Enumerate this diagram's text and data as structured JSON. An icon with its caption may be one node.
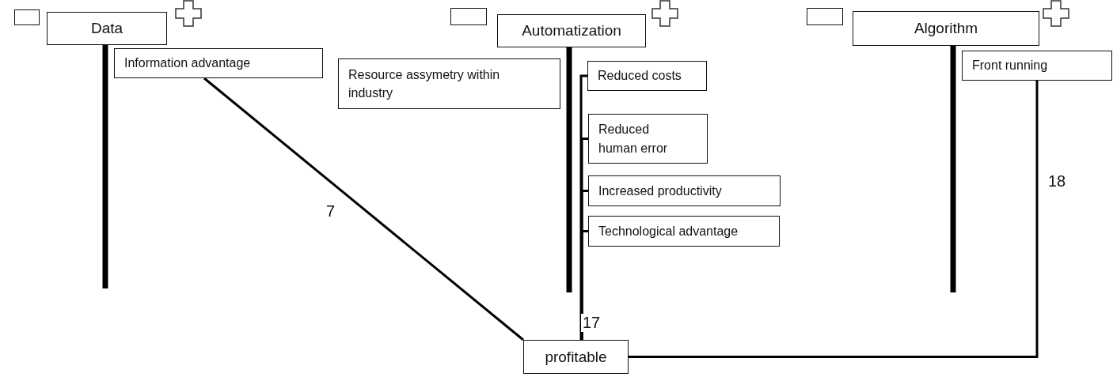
{
  "diagram": {
    "nodes": [
      {
        "text": [],
        "shape": "box"
      },
      {
        "text": [
          "Data"
        ]
      },
      {
        "text": [],
        "shape": "box"
      },
      {
        "text": [
          "Automatization"
        ]
      },
      {
        "text": [],
        "shape": "box"
      },
      {
        "text": [
          "Algorithm"
        ]
      },
      {
        "text": [
          "Information advantage"
        ]
      },
      {
        "text": [
          "Resource assymetry within industry"
        ]
      },
      {
        "text": [
          "Reduced costs"
        ]
      },
      {
        "text": [
          "Front running"
        ]
      },
      {
        "text": [
          "Reduced human error"
        ]
      },
      {
        "text": [
          "Increased productivity"
        ]
      },
      {
        "text": [
          "Technological advantage"
        ]
      },
      {
        "text": [
          "profitable"
        ]
      }
    ],
    "edges": [
      {
        "from": 6,
        "to": 13,
        "arrow": "none",
        "label": "7"
      },
      {
        "from": 8,
        "to": 13,
        "arrow": "none"
      },
      {
        "from": 10,
        "to": 13,
        "arrow": "none"
      },
      {
        "from": 11,
        "to": 13,
        "arrow": "none"
      },
      {
        "from": 12,
        "to": 13,
        "arrow": "none",
        "label": "17"
      },
      {
        "from": 9,
        "to": 13,
        "arrow": "none",
        "label": "18"
      }
    ]
  }
}
